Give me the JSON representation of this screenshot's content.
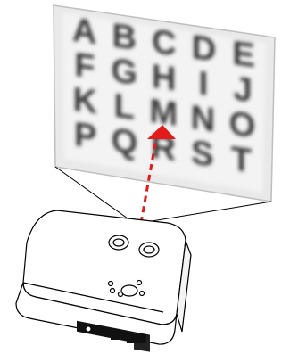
{
  "diagram": {
    "screen_letters": [
      [
        "A",
        "B",
        "C",
        "D",
        "E"
      ],
      [
        "F",
        "G",
        "H",
        "I",
        "J"
      ],
      [
        "K",
        "L",
        "M",
        "N",
        "O"
      ],
      [
        "P",
        "Q",
        "R",
        "S",
        "T"
      ]
    ],
    "letter_focus": "blurred",
    "colors": {
      "screen_fill": "#e9e9e9",
      "screen_edge": "#bfbfbf",
      "letters": "#3a3a3a",
      "beam_lines": "#000000",
      "focus_arrow": "#e31b1b",
      "projector_outline": "#000000",
      "projector_fill": "#ffffff",
      "projector_ports": "#111111"
    },
    "icons": [
      "projector-icon",
      "red-focus-arrow-icon"
    ]
  }
}
